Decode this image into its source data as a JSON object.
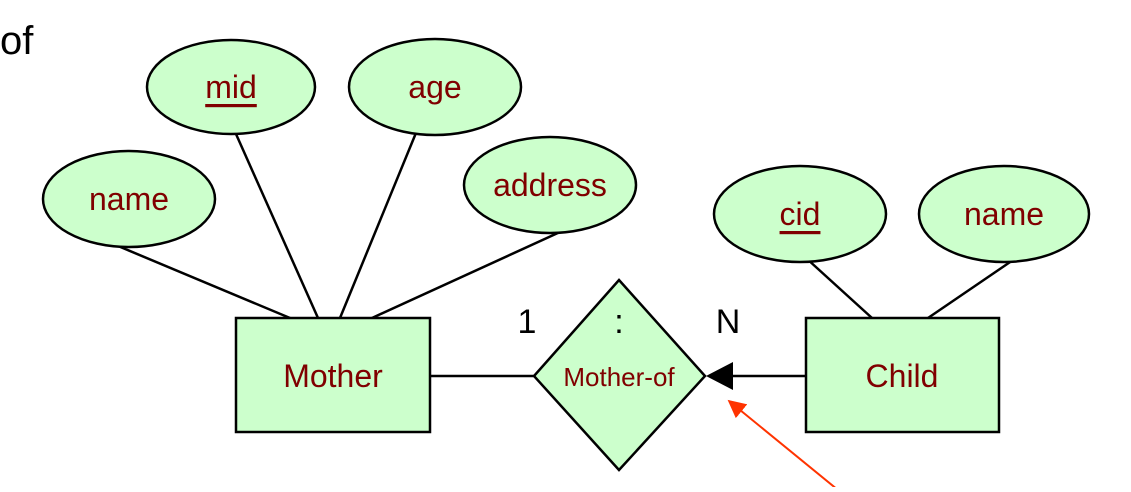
{
  "corner_text": "of",
  "colors": {
    "shape_fill": "#ccffcc",
    "outline": "#000000",
    "label_text": "#800000",
    "pointer_arrow": "#ff3300"
  },
  "entities": {
    "mother": "Mother",
    "child": "Child"
  },
  "relationship": {
    "label": "Mother-of",
    "cardinality_left": "1",
    "cardinality_separator": ":",
    "cardinality_right": "N"
  },
  "attributes": {
    "mother_mid": "mid",
    "mother_age": "age",
    "mother_name": "name",
    "mother_address": "address",
    "child_cid": "cid",
    "child_name": "name"
  }
}
